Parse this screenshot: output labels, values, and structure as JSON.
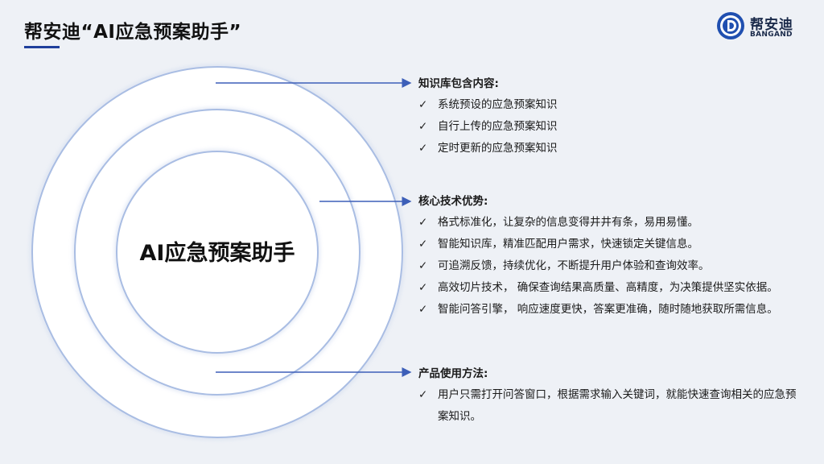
{
  "header": {
    "title": "帮安迪“AI应急预案助手”",
    "accent_color": "#1f3f9c"
  },
  "logo": {
    "cn_text": "帮安迪",
    "en_text": "BANGAND",
    "icon": "logo-mark-icon"
  },
  "diagram": {
    "center_label": "AI应急预案助手",
    "ring_color": "#a9bde3",
    "arrow_color": "#3d5fb8"
  },
  "sections": [
    {
      "heading": "知识库包含内容:",
      "items": [
        "系统预设的应急预案知识",
        "自行上传的应急预案知识",
        "定时更新的应急预案知识"
      ]
    },
    {
      "heading": "核心技术优势:",
      "items": [
        "格式标准化，让复杂的信息变得井井有条，易用易懂。",
        "智能知识库，精准匹配用户需求，快速锁定关键信息。",
        "可追溯反馈，持续优化，不断提升用户体验和查询效率。",
        "高效切片技术， 确保查询结果高质量、高精度，为决策提供坚实依据。",
        "智能问答引擎， 响应速度更快，答案更准确，随时随地获取所需信息。"
      ]
    },
    {
      "heading": "产品使用方法:",
      "items": [
        "用户只需打开问答窗口，根据需求输入关键词，就能快速查询相关的应急预案知识。"
      ]
    }
  ],
  "check_symbol": "✓"
}
